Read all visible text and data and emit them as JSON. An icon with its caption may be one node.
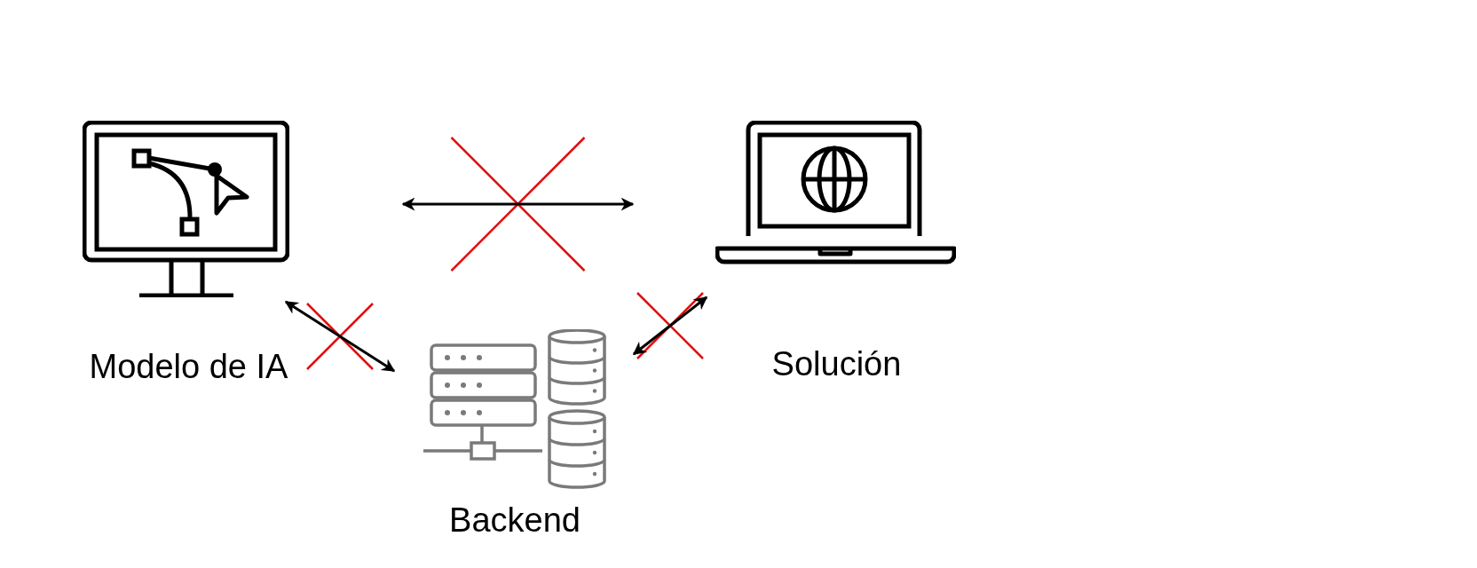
{
  "diagram": {
    "nodes": [
      {
        "text": [
          "Modelo de IA"
        ]
      },
      {
        "text": [
          "Solución"
        ]
      },
      {
        "text": [
          "Backend"
        ]
      }
    ],
    "edges": [
      {
        "from": 0,
        "to": 1,
        "arrow": "both"
      },
      {
        "from": 0,
        "to": 2,
        "arrow": "both"
      },
      {
        "from": 2,
        "to": 1,
        "arrow": "both"
      }
    ]
  }
}
